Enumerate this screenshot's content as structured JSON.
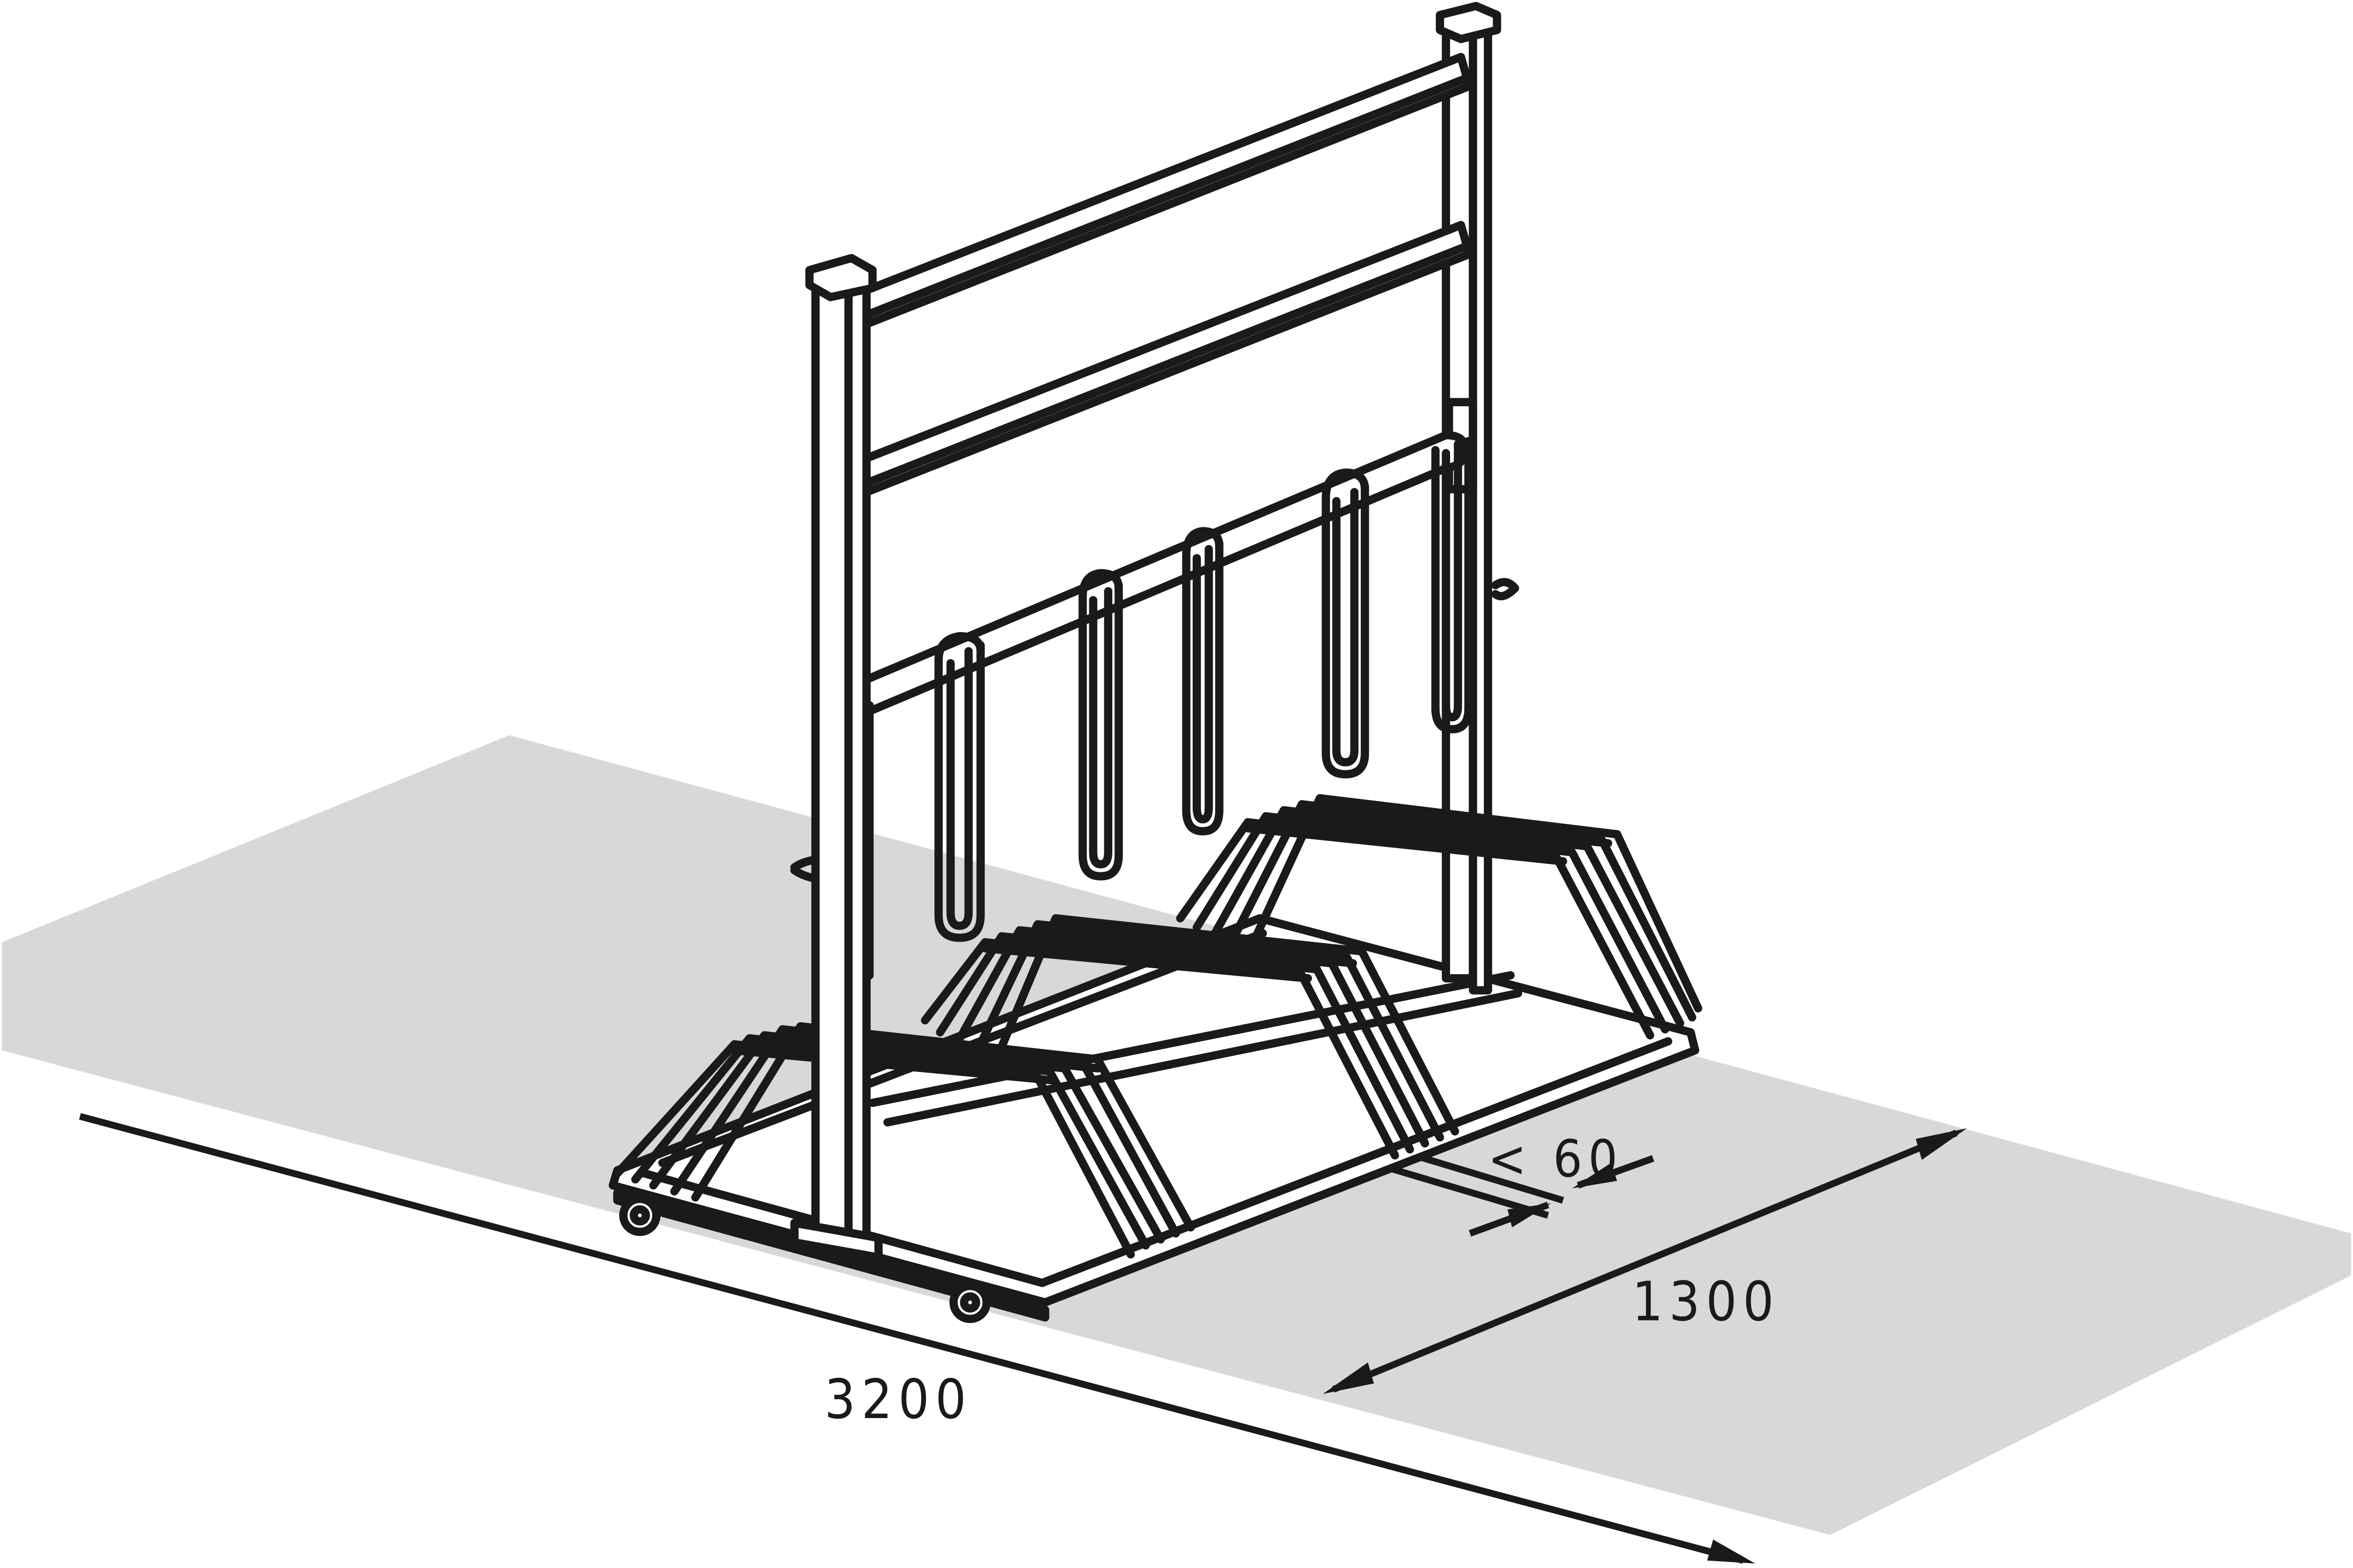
{
  "dimensions": {
    "length": "3200",
    "width": "1300",
    "spacing": "< 60"
  }
}
